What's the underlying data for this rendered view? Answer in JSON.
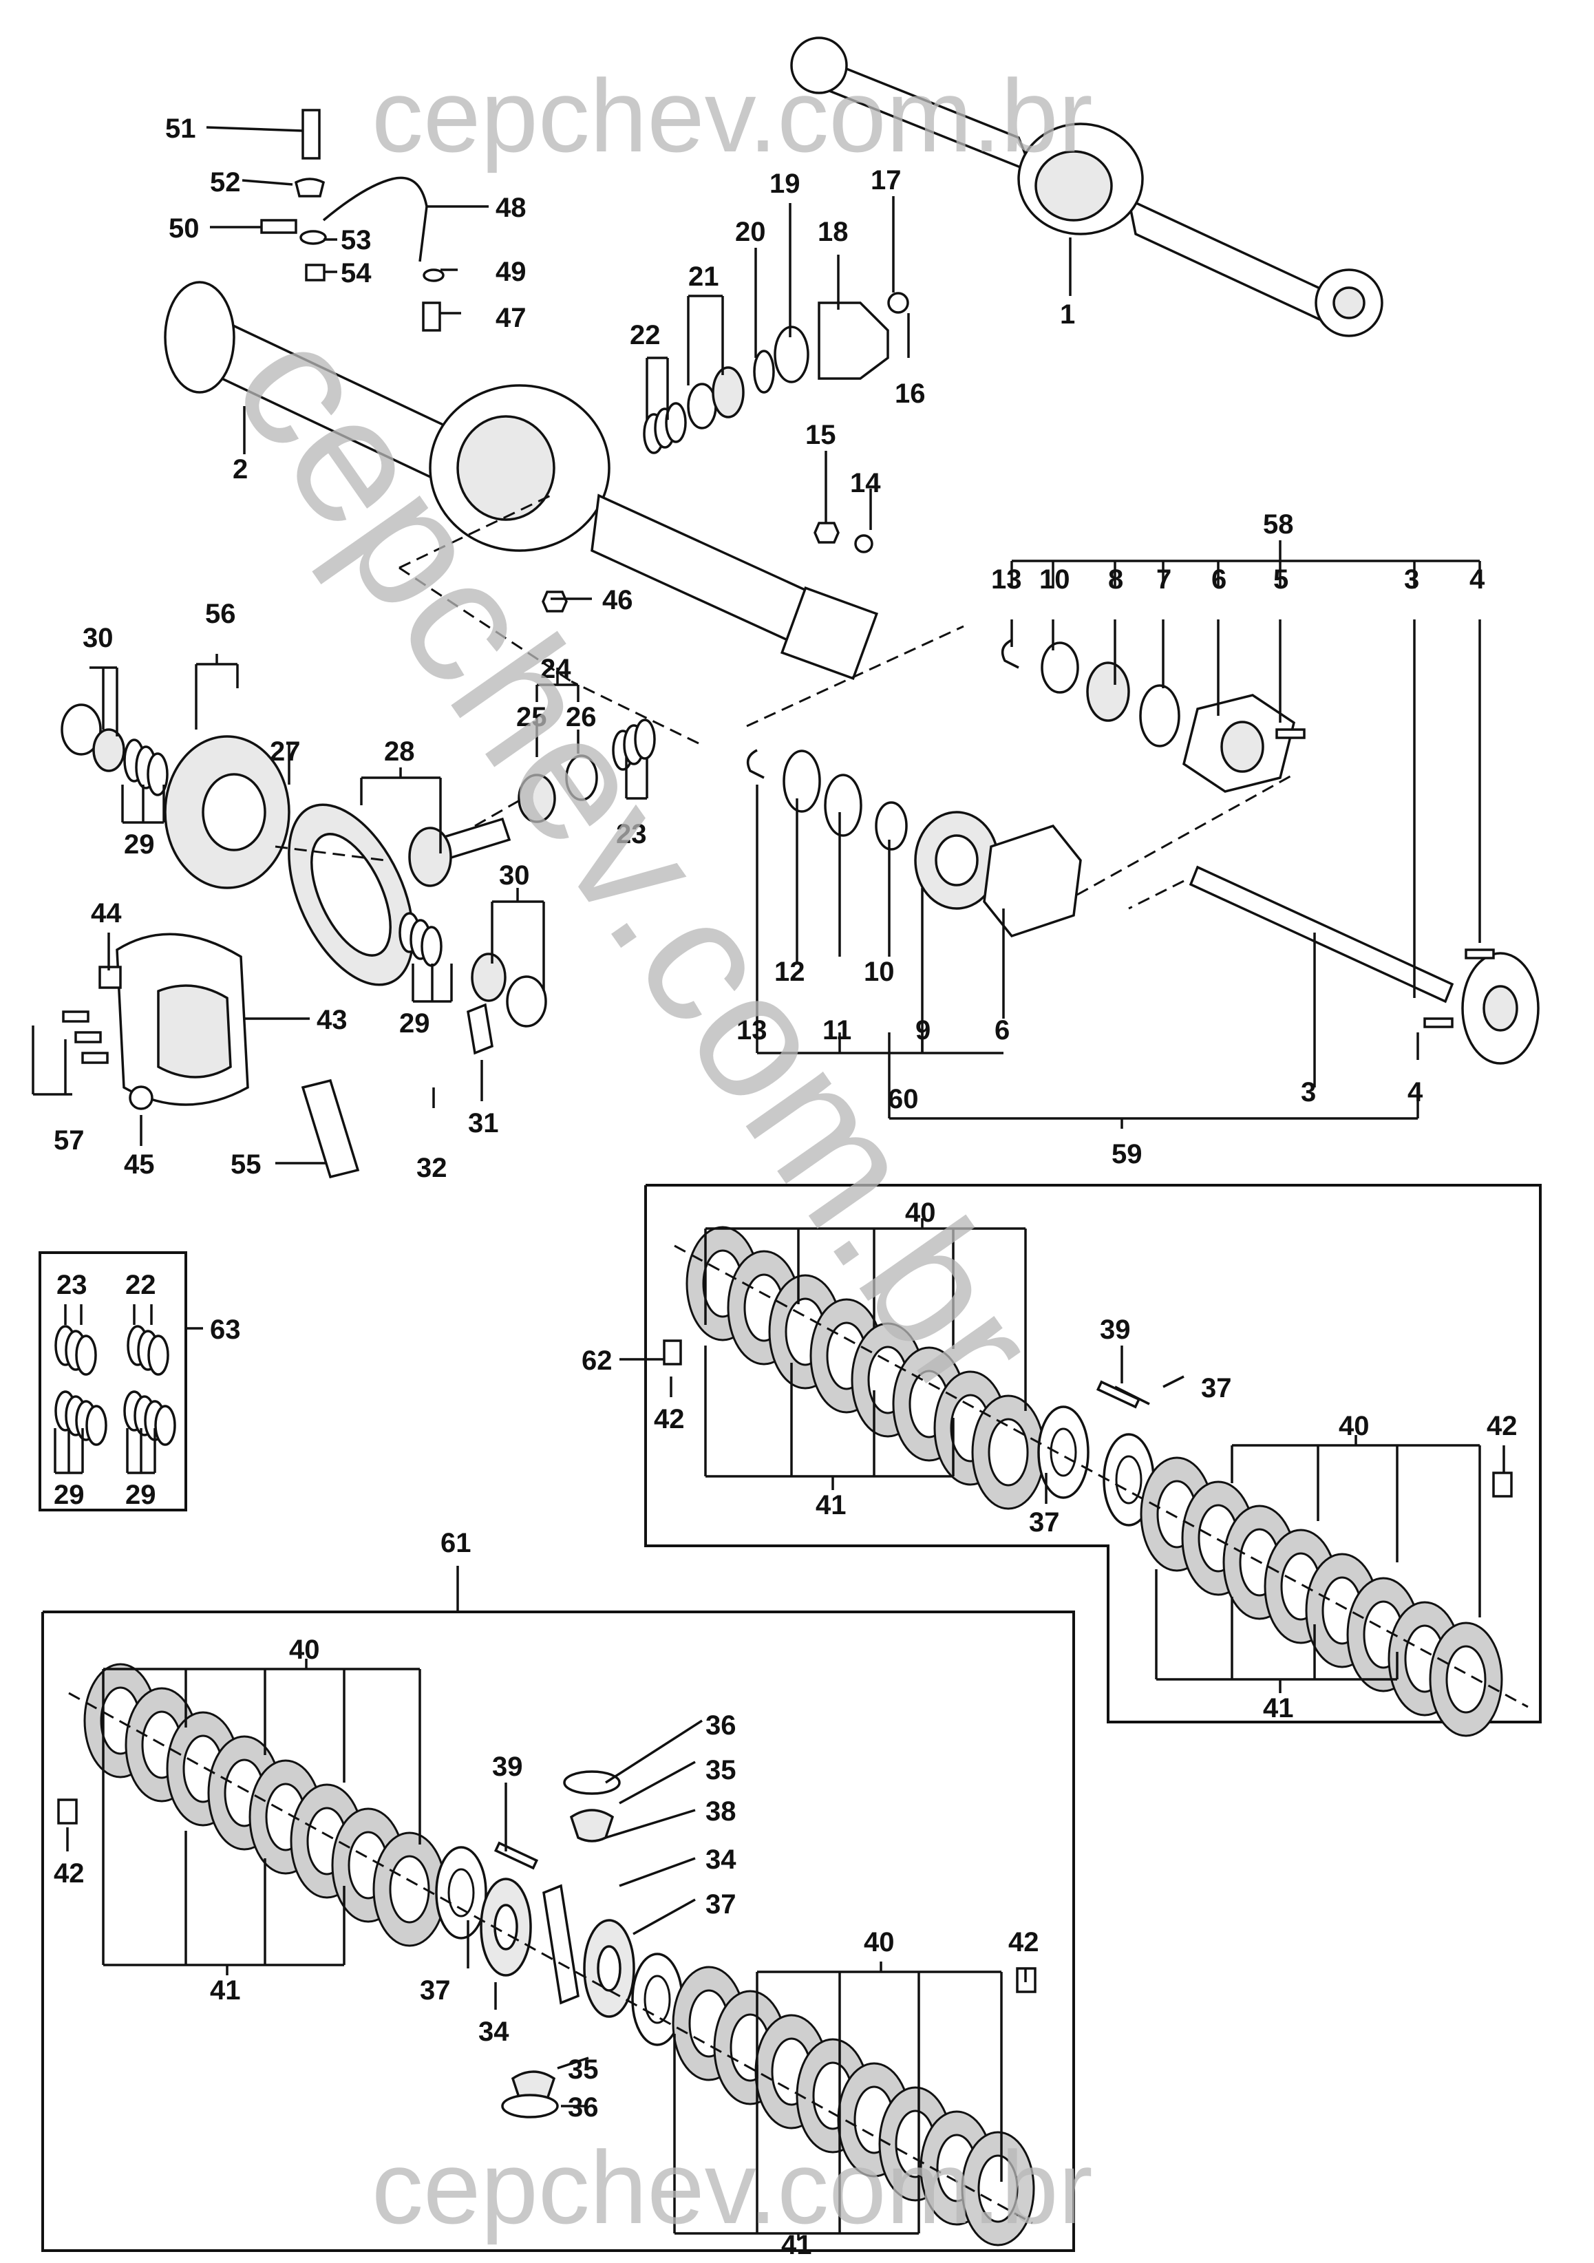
{
  "watermark": {
    "top": "cepchev.com.br",
    "diagonal": "cepchev.com.br",
    "bottom": "cepchev.com.br"
  },
  "labels": {
    "p1": "1",
    "p2": "2",
    "p3a": "3",
    "p3b": "3",
    "p4a": "4",
    "p4b": "4",
    "p5": "5",
    "p6a": "6",
    "p6b": "6",
    "p7": "7",
    "p8": "8",
    "p9": "9",
    "p10a": "10",
    "p10b": "10",
    "p11": "11",
    "p12": "12",
    "p13a": "13",
    "p13b": "13",
    "p14": "14",
    "p15": "15",
    "p16": "16",
    "p17": "17",
    "p18": "18",
    "p19": "19",
    "p20": "20",
    "p21": "21",
    "p22a": "22",
    "p22b": "22",
    "p23a": "23",
    "p23b": "23",
    "p24": "24",
    "p25": "25",
    "p26": "26",
    "p27": "27",
    "p28": "28",
    "p29a": "29",
    "p29b": "29",
    "p29c": "29",
    "p29d": "29",
    "p30a": "30",
    "p30b": "30",
    "p31": "31",
    "p32": "32",
    "p34a": "34",
    "p34b": "34",
    "p35a": "35",
    "p35b": "35",
    "p36a": "36",
    "p36b": "36",
    "p37a": "37",
    "p37b": "37",
    "p37c": "37",
    "p37d": "37",
    "p38": "38",
    "p39a": "39",
    "p39b": "39",
    "p40a": "40",
    "p40b": "40",
    "p40c": "40",
    "p40d": "40",
    "p41a": "41",
    "p41b": "41",
    "p41c": "41",
    "p41d": "41",
    "p42a": "42",
    "p42b": "42",
    "p42c": "42",
    "p42d": "42",
    "p43": "43",
    "p44": "44",
    "p45": "45",
    "p46": "46",
    "p47": "47",
    "p48": "48",
    "p49": "49",
    "p50": "50",
    "p51": "51",
    "p52": "52",
    "p53": "53",
    "p54": "54",
    "p55": "55",
    "p56": "56",
    "p57": "57",
    "p58": "58",
    "p59": "59",
    "p60": "60",
    "p61": "61",
    "p62": "62",
    "p63": "63"
  },
  "colors": {
    "ink": "#111111",
    "watermark": "#b8b8b8",
    "disc": "#cfcfcf"
  }
}
